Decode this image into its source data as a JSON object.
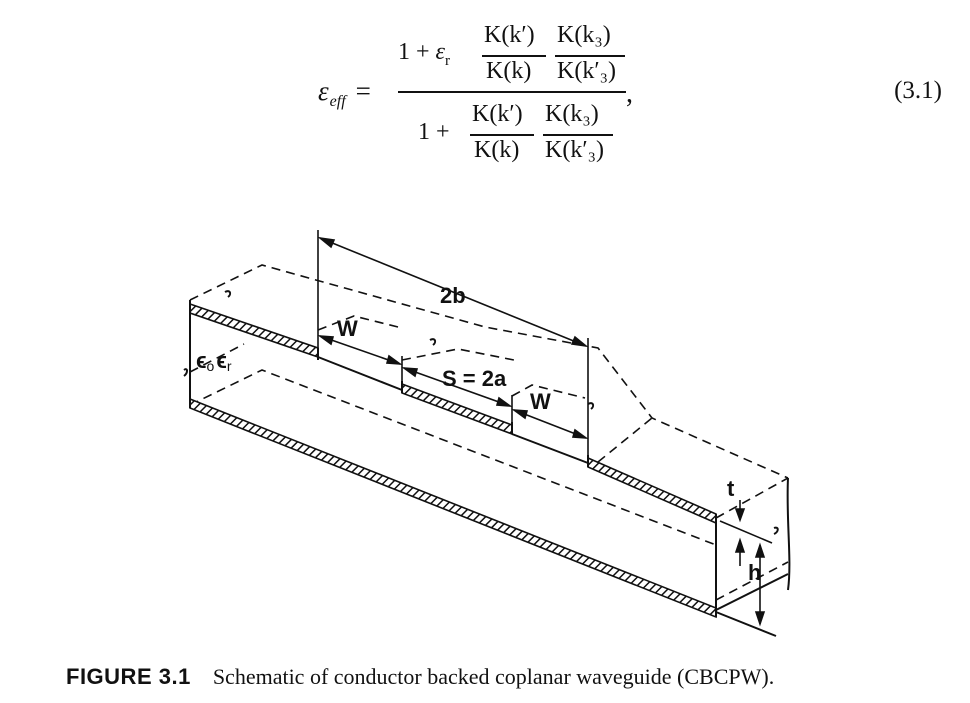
{
  "equation": {
    "lhs_symbol": "ε",
    "lhs_subscript": "eff",
    "equals": "=",
    "numerator_one_plus": "1 + ",
    "epsilon_r_symbol": "ε",
    "epsilon_r_subscript": "r",
    "num_frac1_top": "K(k′)",
    "num_frac1_bottom": "K(k)",
    "num_frac2_top": "K(k₃)",
    "num_frac2_bottom": "K(k′₃)",
    "denominator_one_plus": "1 + ",
    "den_frac1_top": "K(k′)",
    "den_frac1_bottom": "K(k)",
    "den_frac2_top": "K(k₃)",
    "den_frac2_bottom": "K(k′₃)",
    "comma": ",",
    "number": "(3.1)"
  },
  "diagram": {
    "label_2b": "2b",
    "label_w_left": "W",
    "label_s": "S = 2a",
    "label_w_right": "W",
    "label_eps_0": "ϵ",
    "label_eps_0_sub": "o",
    "label_eps_r": "ϵ",
    "label_eps_r_sub": "r",
    "label_t": "t",
    "label_h": "h"
  },
  "caption": {
    "label": "FIGURE 3.1",
    "text": "Schematic of conductor backed coplanar waveguide (CBCPW)."
  }
}
